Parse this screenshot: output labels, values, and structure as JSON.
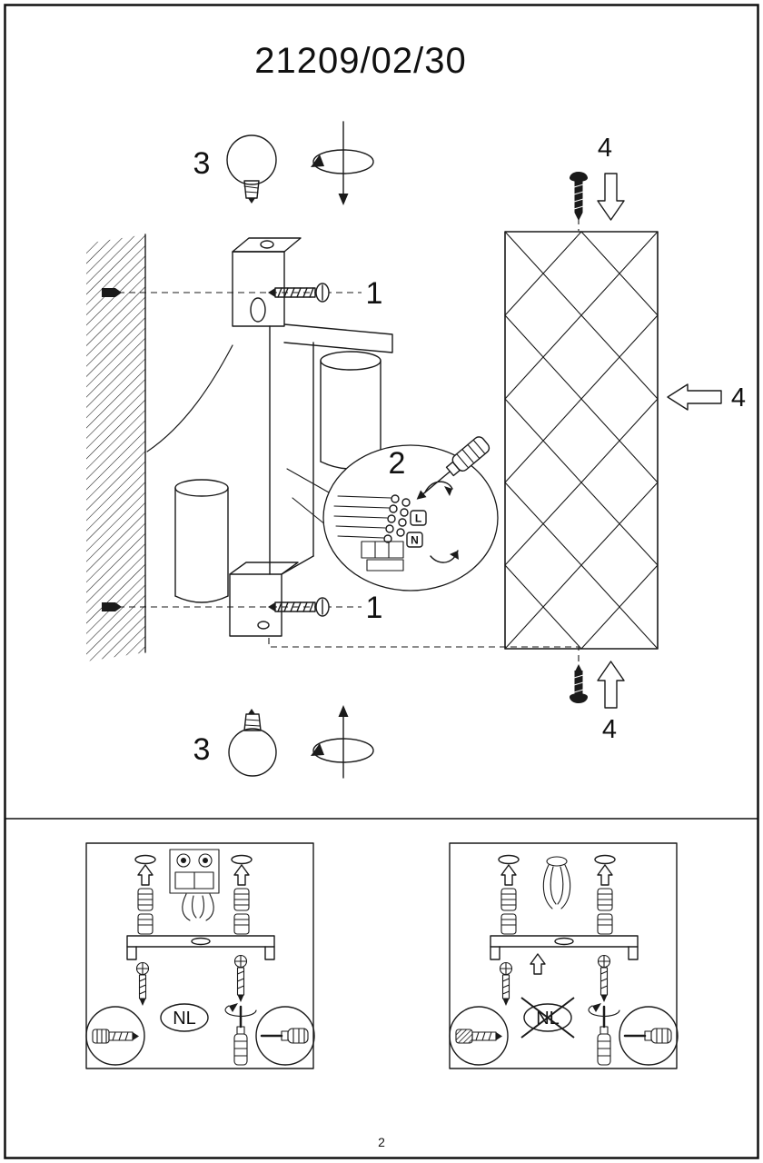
{
  "title": "21209/02/30",
  "page_number": "2",
  "diagram": {
    "step1_top": "1",
    "step1_bottom": "1",
    "step2": "2",
    "step3_top": "3",
    "step3_bottom": "3",
    "step4_top": "4",
    "step4_side": "4",
    "step4_bottom": "4",
    "terminal_live": "L",
    "terminal_neutral": "N"
  },
  "panels": {
    "left": {
      "region_label": "NL"
    },
    "right": {
      "region_label": "NL",
      "crossed_out": true
    }
  },
  "colors": {
    "ink": "#1a1a1a",
    "paper": "#ffffff"
  }
}
